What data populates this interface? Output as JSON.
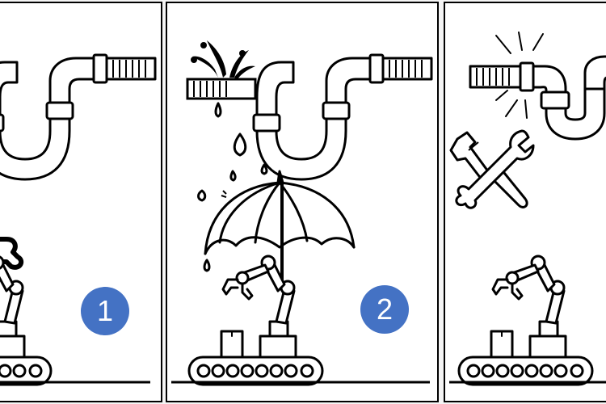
{
  "panels": [
    {
      "step": "1",
      "state": "pipe-intact-robot-working"
    },
    {
      "step": "2",
      "state": "pipe-leaking-robot-under-umbrella"
    },
    {
      "step": "",
      "state": "pipe-repaired-with-tools"
    }
  ],
  "colors": {
    "badge": "#4472c4",
    "ink": "#000000",
    "paper": "#ffffff",
    "frame": "#f4f4f4"
  },
  "icons": [
    "pipe-icon",
    "water-splash-icon",
    "water-drop-icon",
    "umbrella-icon",
    "robot-arm-icon",
    "conveyor-icon",
    "box-icon",
    "wrench-icon",
    "pipe-wrench-icon",
    "sparkle-icon"
  ]
}
